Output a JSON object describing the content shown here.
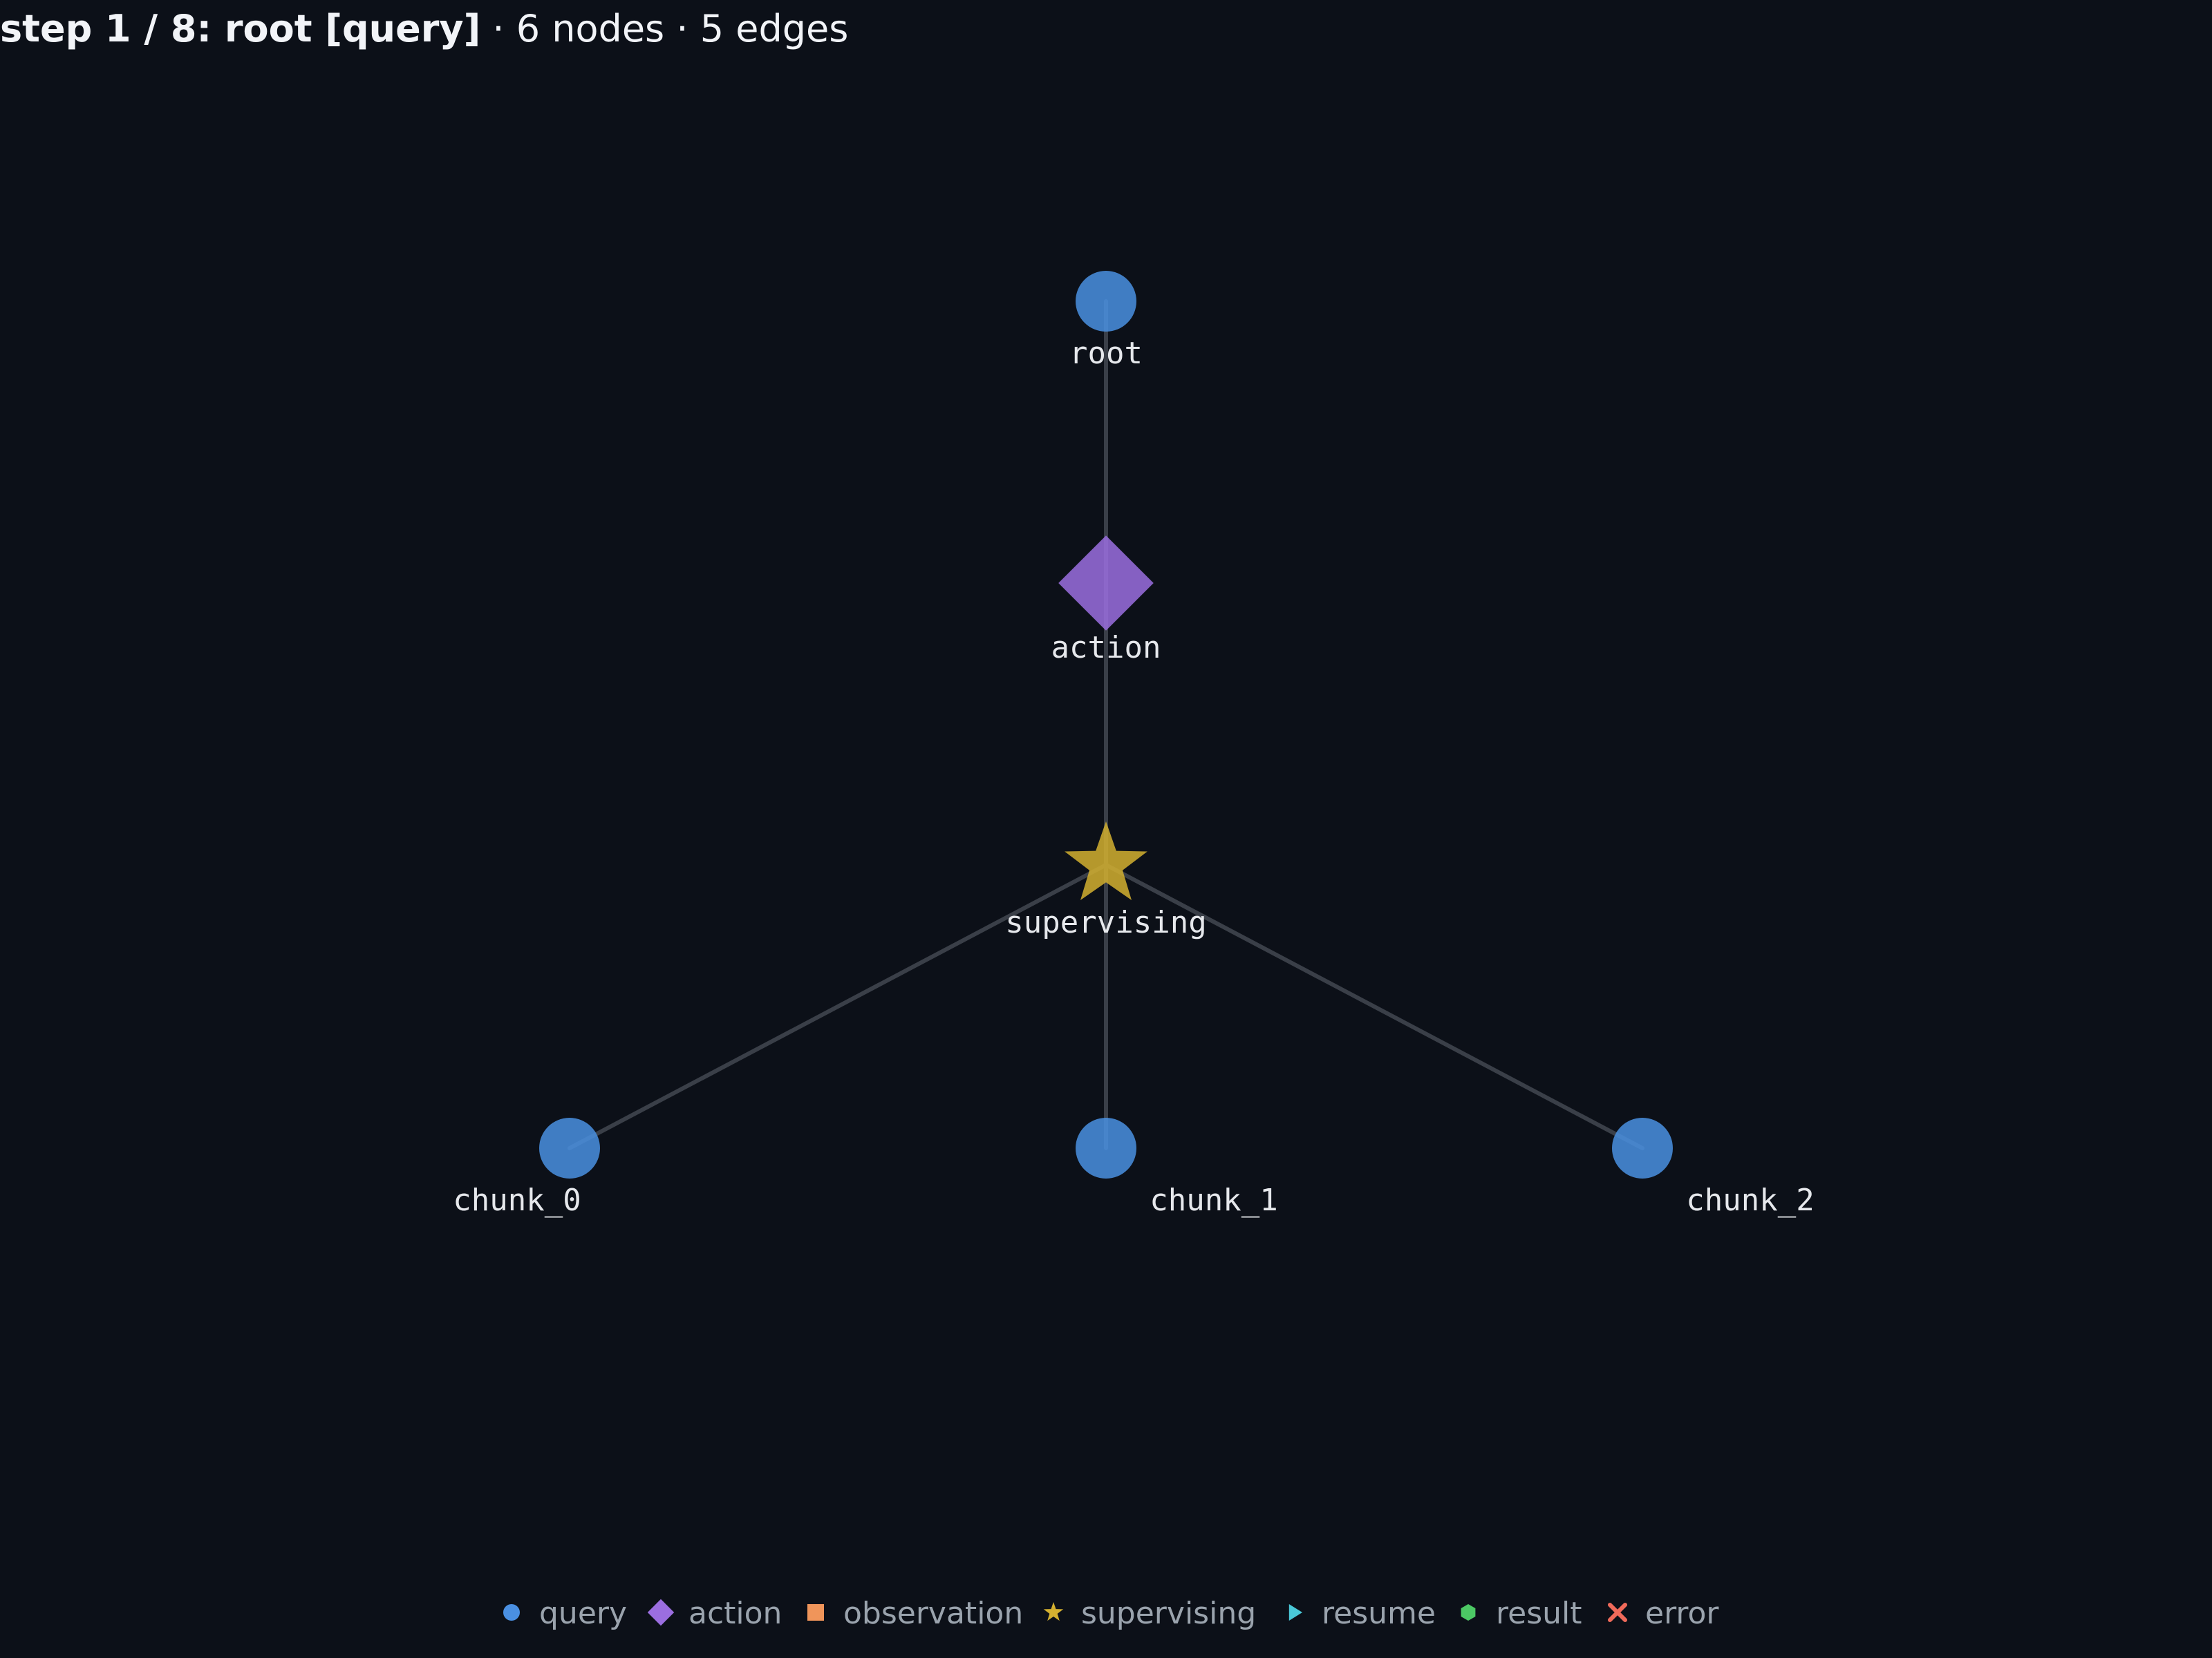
{
  "header": {
    "step_label": "step 1 / 8: root [query]",
    "sep1": "·",
    "nodes_text": "6 nodes",
    "sep2": "·",
    "edges_text": "5 edges"
  },
  "colors": {
    "background": "#0c1018",
    "edge": "#3a3f48",
    "query": "#4a90e2",
    "action": "#9b6ee0",
    "observation": "#f0955a",
    "supervising": "#d4b030",
    "resume": "#4ac8d8",
    "result": "#4cc864",
    "error": "#f06a5a"
  },
  "diagram": {
    "nodes": [
      {
        "id": "root",
        "label": "root",
        "kind": "query",
        "level": 0,
        "col": 0
      },
      {
        "id": "action",
        "label": "action",
        "kind": "action",
        "level": 1,
        "col": 0
      },
      {
        "id": "supervising",
        "label": "supervising",
        "kind": "supervising",
        "level": 2,
        "col": 0
      },
      {
        "id": "chunk_0",
        "label": "chunk_0",
        "kind": "query",
        "level": 3,
        "col": -1
      },
      {
        "id": "chunk_1",
        "label": "chunk_1",
        "kind": "query",
        "level": 3,
        "col": 0
      },
      {
        "id": "chunk_2",
        "label": "chunk_2",
        "kind": "query",
        "level": 3,
        "col": 1
      }
    ],
    "edges": [
      {
        "from": "root",
        "to": "action"
      },
      {
        "from": "action",
        "to": "supervising"
      },
      {
        "from": "supervising",
        "to": "chunk_0"
      },
      {
        "from": "supervising",
        "to": "chunk_1"
      },
      {
        "from": "supervising",
        "to": "chunk_2"
      }
    ]
  },
  "legend": [
    {
      "kind": "query",
      "label": "query",
      "icon": "circle-icon"
    },
    {
      "kind": "action",
      "label": "action",
      "icon": "diamond-icon"
    },
    {
      "kind": "observation",
      "label": "observation",
      "icon": "square-icon"
    },
    {
      "kind": "supervising",
      "label": "supervising",
      "icon": "star-icon"
    },
    {
      "kind": "resume",
      "label": "resume",
      "icon": "triangle-right-icon"
    },
    {
      "kind": "result",
      "label": "result",
      "icon": "hexagon-icon"
    },
    {
      "kind": "error",
      "label": "error",
      "icon": "x-icon"
    }
  ]
}
